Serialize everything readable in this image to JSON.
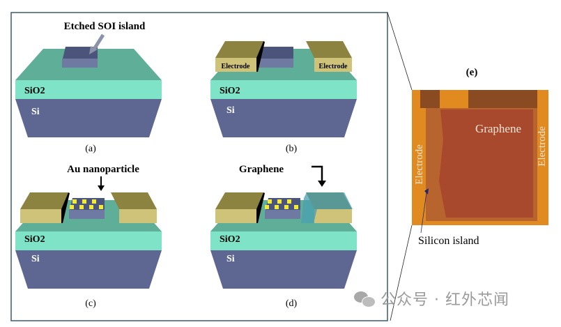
{
  "panels": {
    "a": {
      "caption": "(a)",
      "annotation": "Etched SOI island",
      "sio2": "SiO2",
      "si": "Si"
    },
    "b": {
      "caption": "(b)",
      "electrode_left": "Electrode",
      "electrode_right": "Electrode",
      "sio2": "SiO2",
      "si": "Si"
    },
    "c": {
      "caption": "(c)",
      "annotation": "Au nanoparticle",
      "sio2": "SiO2",
      "si": "Si"
    },
    "d": {
      "caption": "(d)",
      "annotation": "Graphene",
      "sio2": "SiO2",
      "si": "Si"
    },
    "e": {
      "caption": "(e)",
      "graphene": "Graphene",
      "electrode_left": "Electrode",
      "electrode_right": "Electrode",
      "silicon_island": "Silicon island"
    }
  },
  "watermark": {
    "text": "公众号 · 红外芯闻",
    "icon": "wechat-icon"
  },
  "colors": {
    "sio2_top": "#5fae98",
    "sio2_front": "#7fe3c7",
    "si": "#5d6791",
    "island_top": "#4b547a",
    "island_front": "#6f7aa3",
    "electrode": "#b7ac62",
    "photo": "#a8482c"
  }
}
